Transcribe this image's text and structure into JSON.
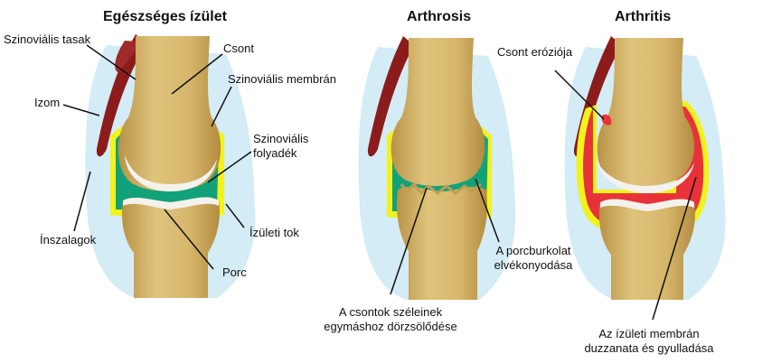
{
  "titles": {
    "healthy": "Egészséges ízület",
    "arthrosis": "Arthrosis",
    "arthritis": "Arthritis"
  },
  "labels": {
    "szinovialis_tasak": "Szinoviális tasak",
    "csont": "Csont",
    "szinovialis_membran": "Szinoviális membrán",
    "izom": "Izom",
    "szinovialis_folyadek_1": "Szinoviális",
    "szinovialis_folyadek_2": "folyadék",
    "izuleti_tok": "Ízületi tok",
    "inszalagok": "Ínszalagok",
    "porc": "Porc",
    "csont_erozioja": "Csont eróziója",
    "porcburkolat_1": "A porcburkolat",
    "porcburkolat_2": "elvékonyodása",
    "csontok_szeleinek_1": "A csontok széleinek",
    "csontok_szeleinek_2": "egymáshoz dörzsölődése",
    "membran_duzzanata_1": "Az ízületi membrán",
    "membran_duzzanata_2": "duzzanata és gyulladása"
  },
  "colors": {
    "bone": "#d6b66b",
    "bone_shade": "#c29d4e",
    "capsule": "#d3ecf6",
    "muscle": "#8c1c1c",
    "fluid": "#12a27a",
    "membrane": "#f2f21c",
    "inflamed": "#e8323a",
    "cartilage": "#f4f2ec"
  }
}
